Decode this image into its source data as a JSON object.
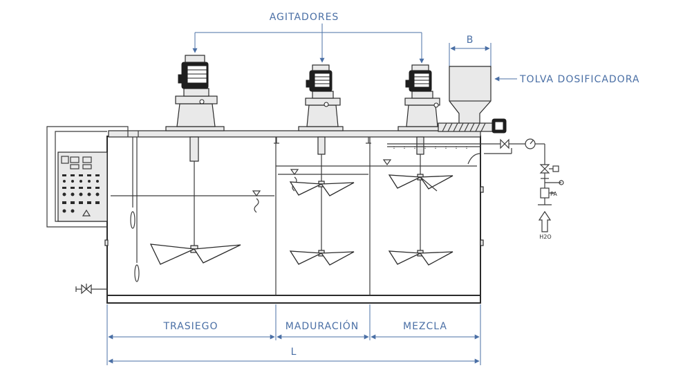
{
  "colors": {
    "label": "#4a6fa5",
    "line": "#2a2a2a"
  },
  "labels": {
    "agitadores": "AGITADORES",
    "tolva": "TOLVA DOSIFICADORA",
    "b": "B",
    "l": "L",
    "water": "H2O"
  },
  "sections": [
    {
      "id": "trasiego",
      "label": "TRASIEGO"
    },
    {
      "id": "maduracion",
      "label": "MADURACIÓN"
    },
    {
      "id": "mezcla",
      "label": "MEZCLA"
    }
  ],
  "icons": [
    "agitator-motor-icon",
    "hopper-icon",
    "valve-icon",
    "pressure-gauge-icon",
    "control-panel-icon",
    "water-inlet-arrow-icon"
  ]
}
